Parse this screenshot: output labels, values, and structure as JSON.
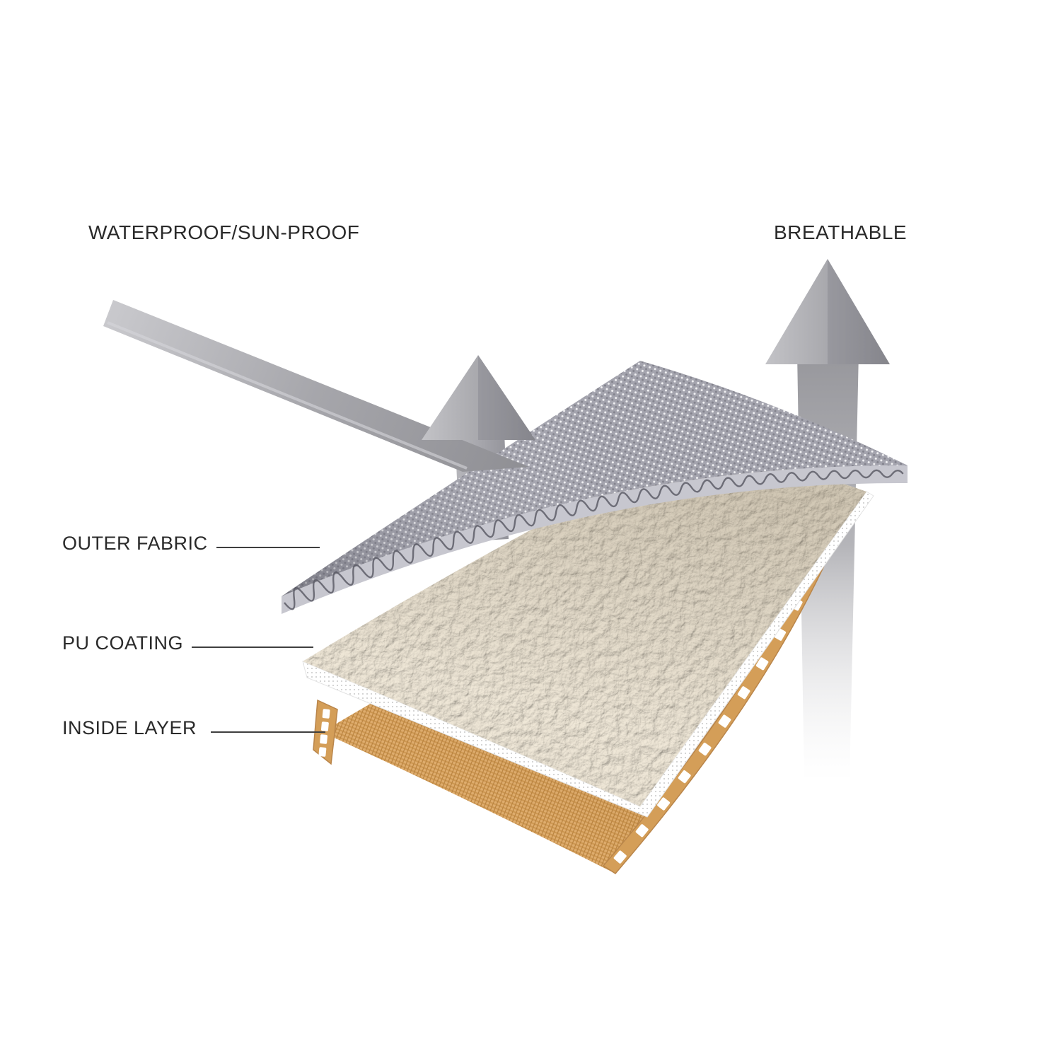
{
  "diagram": {
    "annotations": {
      "waterproof": "WATERPROOF/SUN-PROOF",
      "breathable": "BREATHABLE"
    },
    "layer_labels": {
      "outer_fabric": "OUTER FABRIC",
      "pu_coating": "PU COATING",
      "inside_layer": "INSIDE LAYER"
    },
    "colors": {
      "background": "#ffffff",
      "label_text": "#2a2a2a",
      "leader_line": "#3f3f3f",
      "arrow_gray": "#9a9aa0",
      "outer_fabric_gray": "#a4a4ae",
      "pu_coating_white": "#ffffff",
      "fleece_cream": "#f0e8d8",
      "inside_layer_tan": "#dfad6e"
    }
  }
}
